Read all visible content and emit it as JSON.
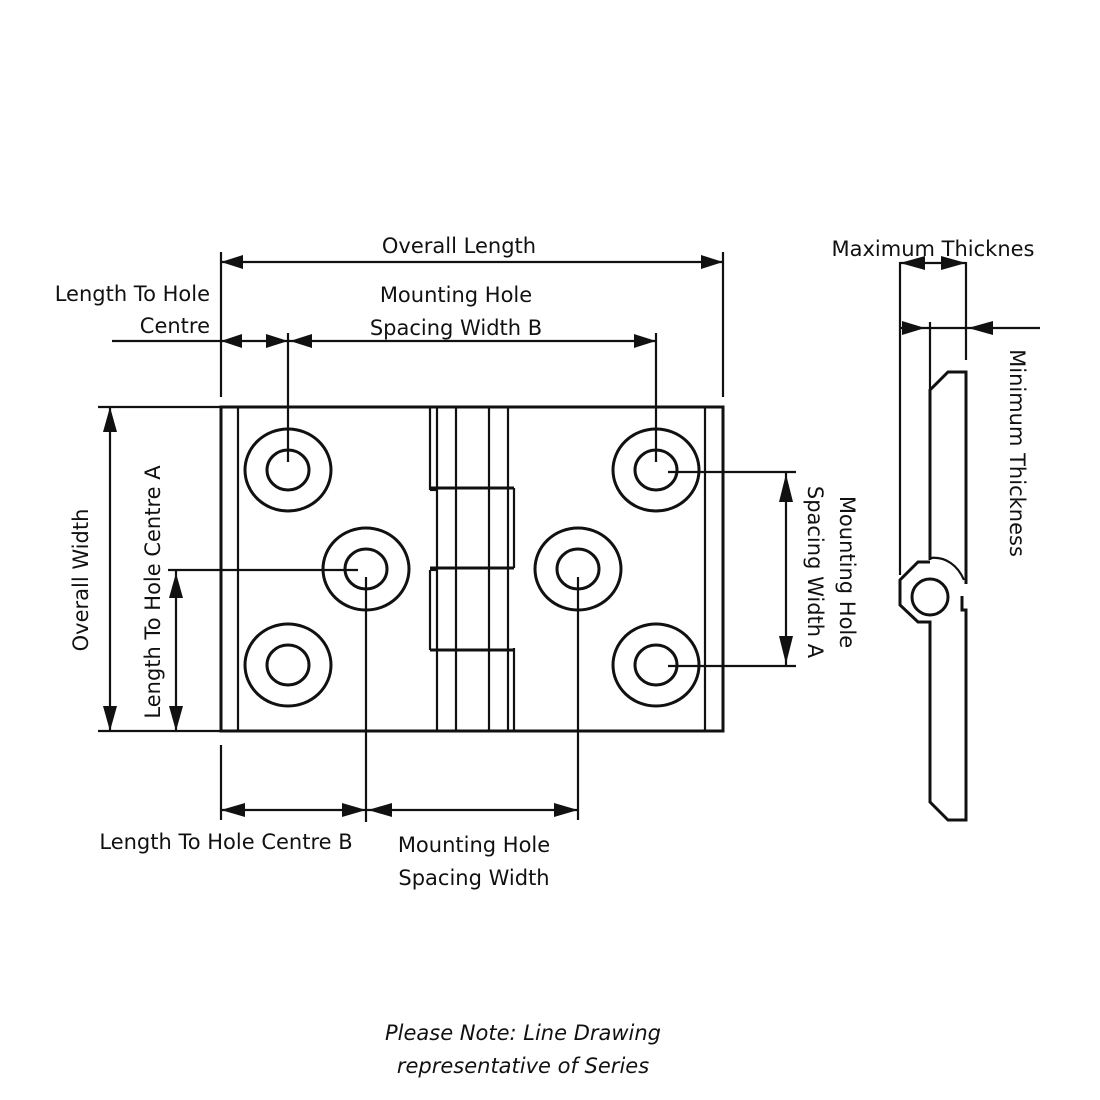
{
  "drawing": {
    "title": "Butt Hinge Dimension Line Drawing",
    "colors": {
      "line": "#111111",
      "background": "#ffffff"
    },
    "front_view": {
      "labels": {
        "overall_length": "Overall Length",
        "length_to_hole_centre": [
          "Length To Hole",
          "Centre"
        ],
        "mounting_hole_spacing_width_b": [
          "Mounting Hole",
          "Spacing Width B"
        ],
        "overall_width": "Overall Width",
        "length_to_hole_centre_a": "Length To Hole Centre A",
        "mounting_hole_spacing_width_a": [
          "Mounting Hole",
          "Spacing Width A"
        ],
        "length_to_hole_centre_b": "Length To Hole Centre B",
        "mounting_hole_spacing_width": [
          "Mounting Hole",
          "Spacing Width"
        ]
      },
      "hole_count": 6,
      "knuckle_count": 3
    },
    "side_view": {
      "labels": {
        "maximum_thickness": "Maximum Thicknes",
        "minimum_thickness": "Minimum Thickness"
      }
    },
    "note": [
      "Please Note: Line Drawing",
      "representative of Series"
    ]
  }
}
